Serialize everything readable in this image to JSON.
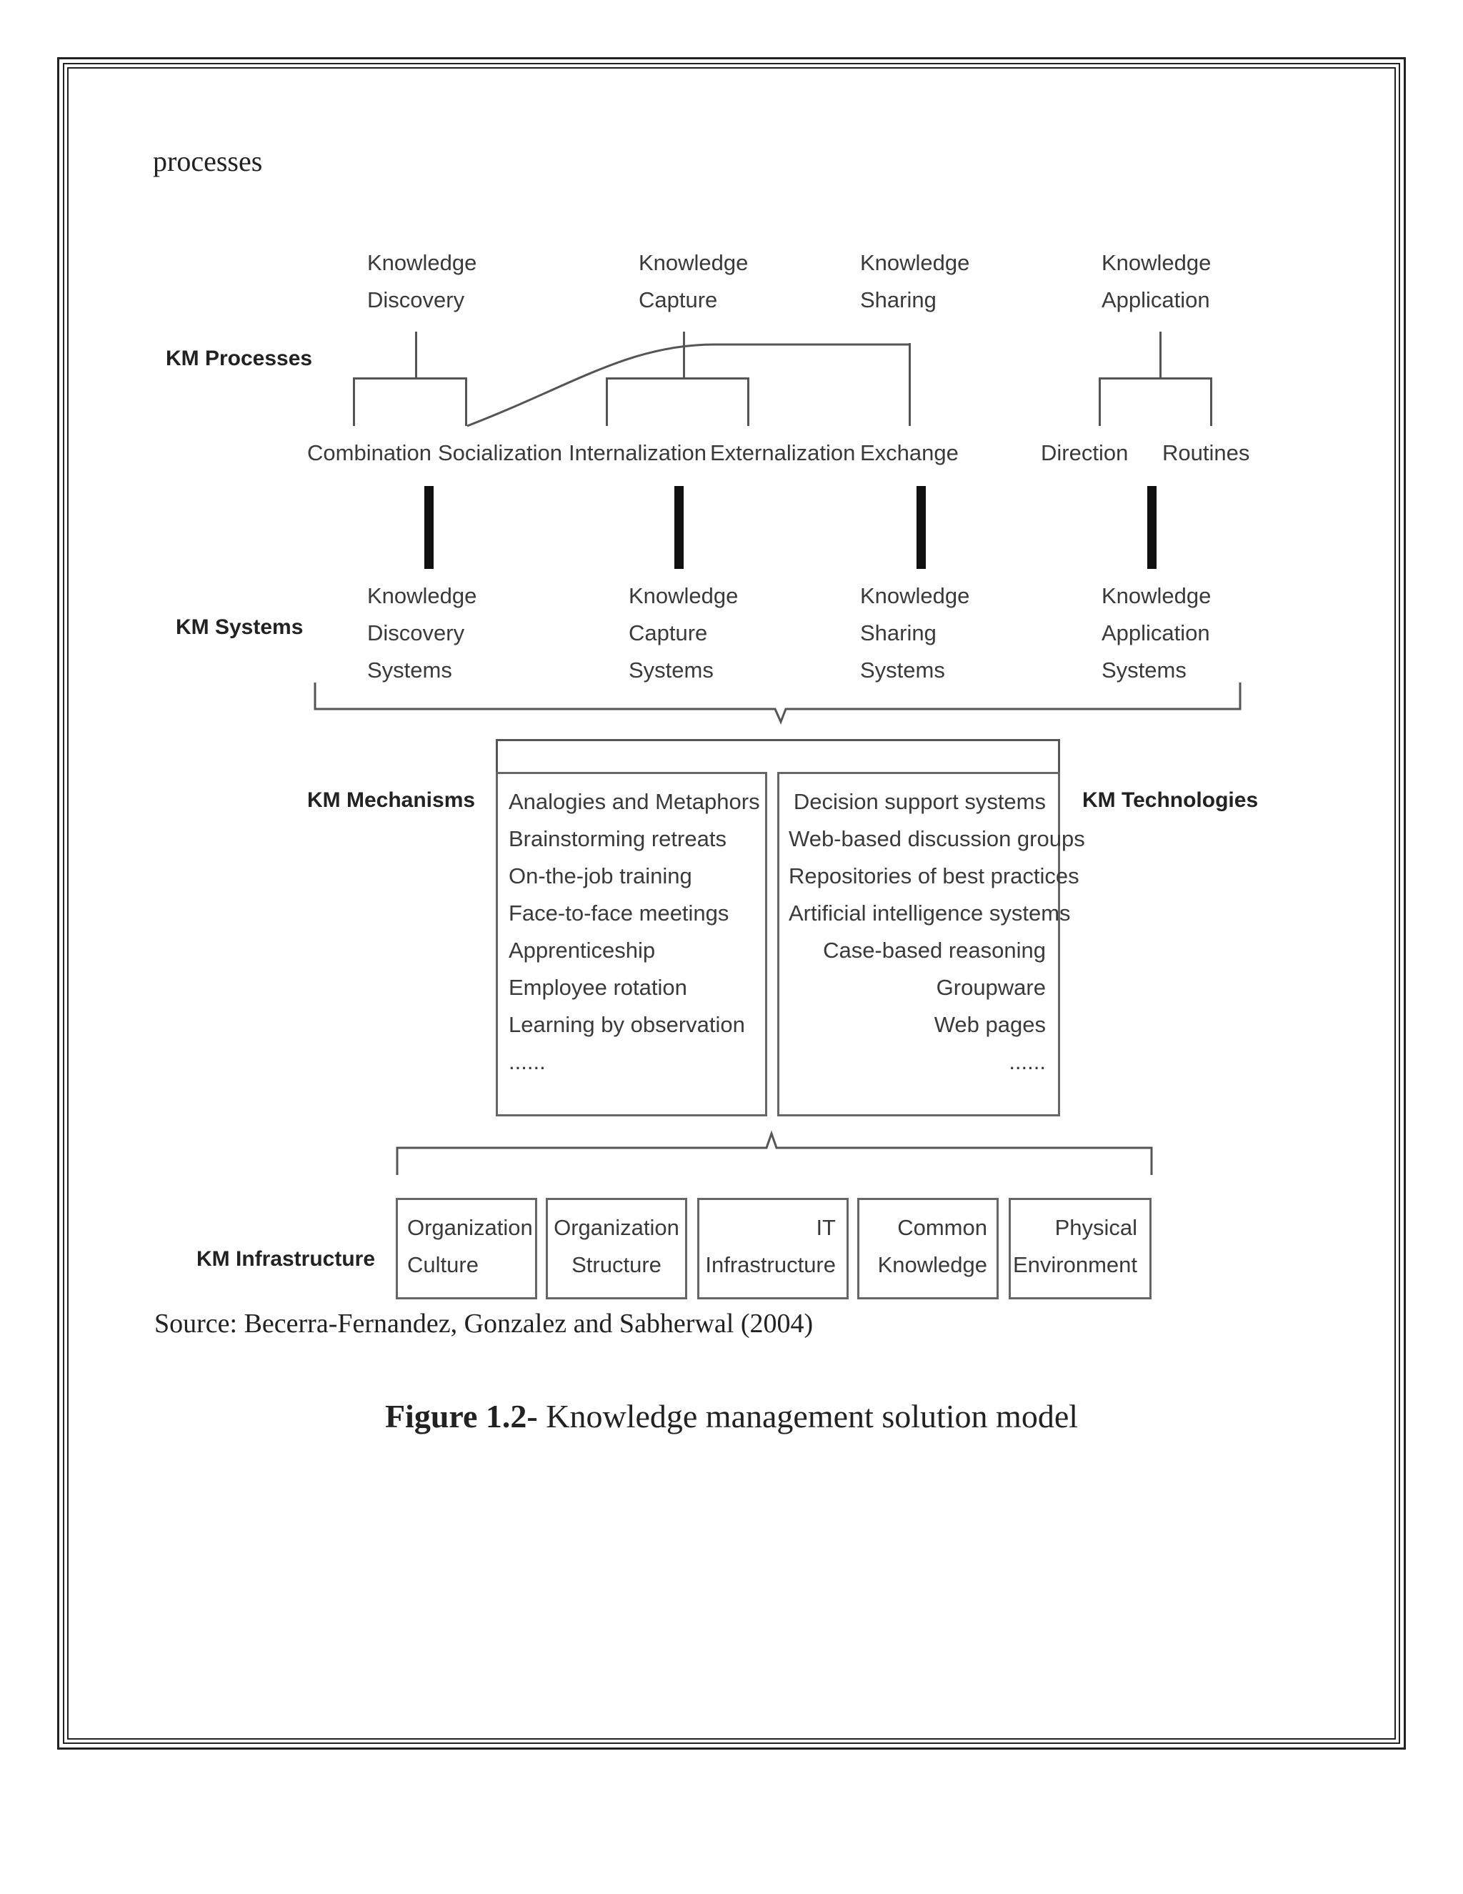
{
  "cut_heading": "processes",
  "rows": {
    "processes": "KM Processes",
    "systems": "KM Systems",
    "mechanisms": "KM Mechanisms",
    "technologies": "KM Technologies",
    "infrastructure": "KM Infrastructure"
  },
  "processes": {
    "discovery": [
      "Knowledge",
      "Discovery"
    ],
    "capture": [
      "Knowledge",
      "Capture"
    ],
    "sharing": [
      "Knowledge",
      "Sharing"
    ],
    "application": [
      "Knowledge",
      "Application"
    ]
  },
  "subprocesses": {
    "combination": "Combination",
    "socialization": "Socialization",
    "internalization": "Internalization",
    "externalization": "Externalization",
    "exchange": "Exchange",
    "direction": "Direction",
    "routines": "Routines"
  },
  "systems": {
    "discovery": [
      "Knowledge",
      "Discovery",
      "Systems"
    ],
    "capture": [
      "Knowledge",
      "Capture",
      "Systems"
    ],
    "sharing": [
      "Knowledge",
      "Sharing",
      "Systems"
    ],
    "application": [
      "Knowledge",
      "Application",
      "Systems"
    ]
  },
  "mechanisms": [
    "Analogies and Metaphors",
    "Brainstorming retreats",
    "On-the-job training",
    "Face-to-face meetings",
    "Apprenticeship",
    "Employee rotation",
    "Learning by observation",
    "......"
  ],
  "technologies": [
    "Decision support systems",
    "Web-based discussion groups",
    "Repositories of best practices",
    "Artificial intelligence systems",
    "Case-based reasoning",
    "Groupware",
    "Web pages",
    "......"
  ],
  "infrastructure": {
    "culture": [
      "Organization",
      "Culture"
    ],
    "structure": [
      "Organization",
      "Structure"
    ],
    "it": [
      "IT",
      "Infrastructure"
    ],
    "common": [
      "Common",
      "Knowledge"
    ],
    "physical": [
      "Physical",
      "Environment"
    ]
  },
  "source": "Source: Becerra-Fernandez, Gonzalez and Sabherwal (2004)",
  "caption": {
    "label": "Figure 1.2-",
    "text": " Knowledge management solution model"
  }
}
